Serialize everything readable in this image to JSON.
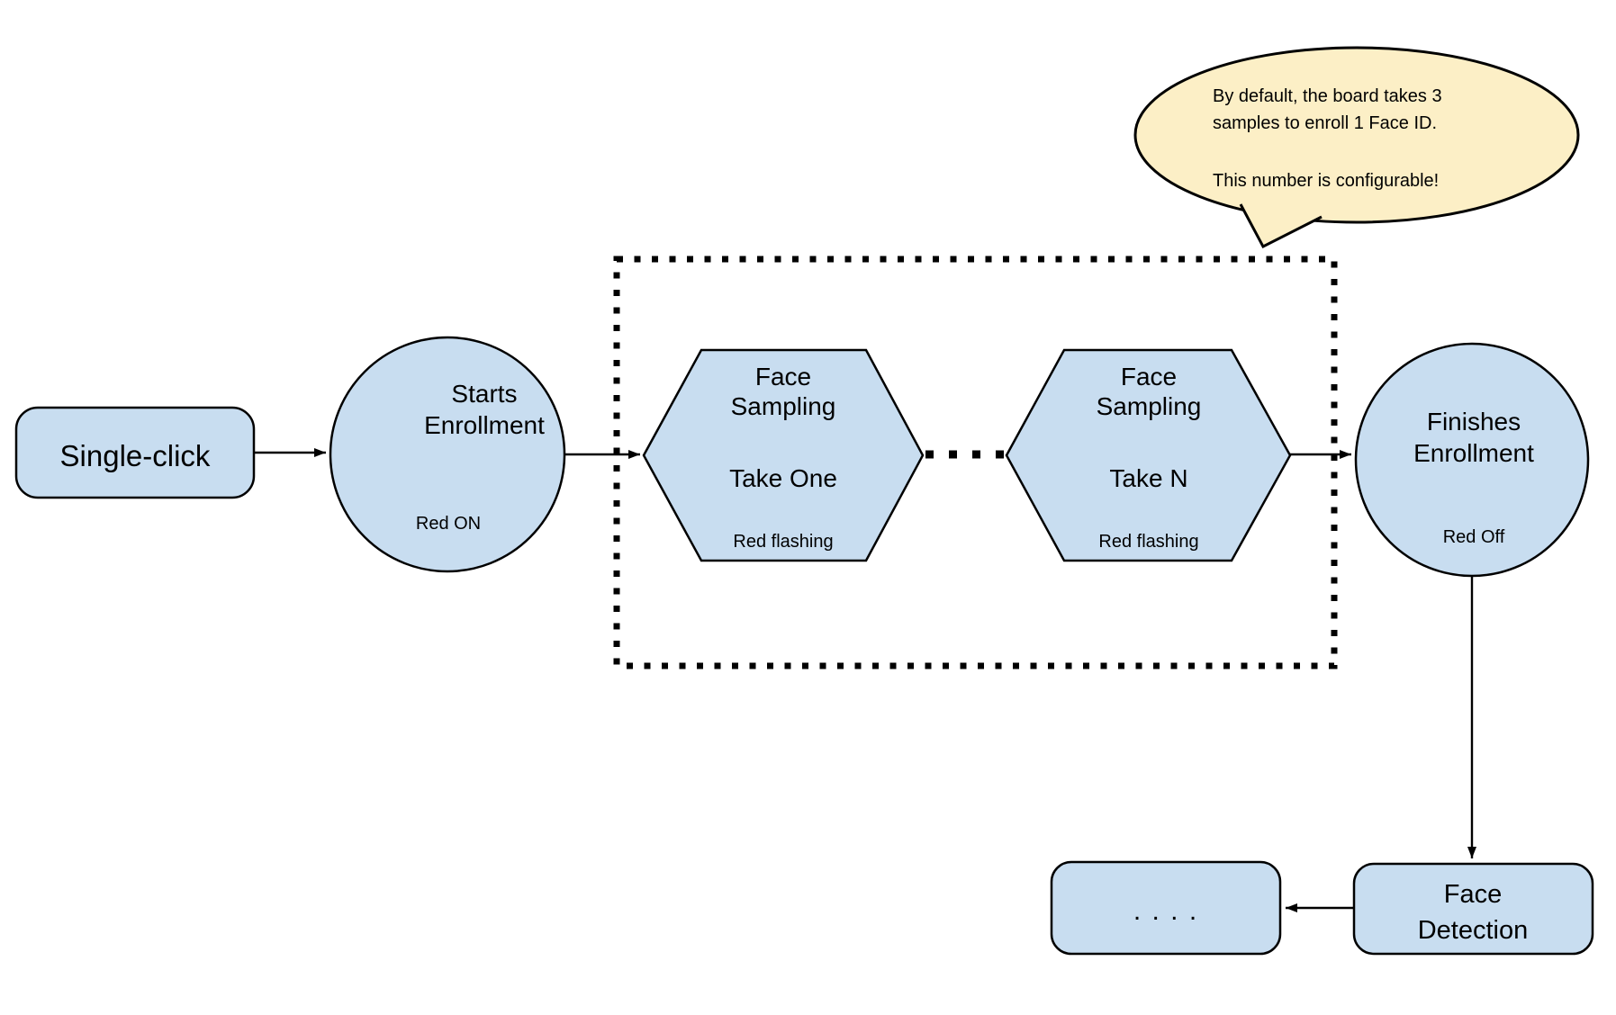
{
  "colors": {
    "node_fill": "#C8DDF0",
    "node_stroke": "#000000",
    "bubble_fill": "#FCEFC6",
    "line_color": "#000000",
    "background": "#FFFFFF"
  },
  "nodes": {
    "single_click": {
      "label": "Single-click"
    },
    "starts_enrollment": {
      "line1": "Starts",
      "line2": "Enrollment",
      "status": "Red ON"
    },
    "face_sampling_one": {
      "line1": "Face",
      "line2": "Sampling",
      "line3": "Take One",
      "status": "Red flashing"
    },
    "face_sampling_n": {
      "line1": "Face",
      "line2": "Sampling",
      "line3": "Take N",
      "status": "Red flashing"
    },
    "finishes_enrollment": {
      "line1": "Finishes",
      "line2": "Enrollment",
      "status": "Red Off"
    },
    "face_detection": {
      "line1": "Face",
      "line2": "Detection"
    },
    "continuation": {
      "label": ". . . ."
    }
  },
  "callout": {
    "line1": "By default, the board takes 3",
    "line2": "samples to enroll 1 Face ID.",
    "line3": "This number is configurable!"
  }
}
